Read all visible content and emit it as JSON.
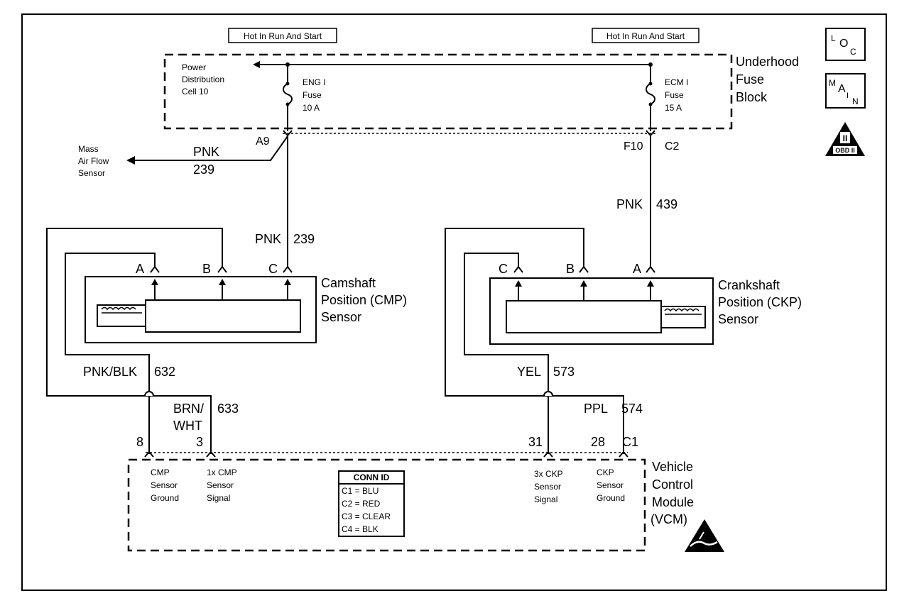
{
  "hot_labels": [
    "Hot In Run And Start",
    "Hot In Run And Start"
  ],
  "fuse_block": {
    "name": [
      "Underhood",
      "Fuse",
      "Block"
    ],
    "power_distribution": [
      "Power",
      "Distribution",
      "Cell 10"
    ],
    "fuse_left": [
      "ENG I",
      "Fuse",
      "10 A"
    ],
    "fuse_right": [
      "ECM I",
      "Fuse",
      "15 A"
    ],
    "pin_left": "A9",
    "pin_right": "F10",
    "conn_right": "C2"
  },
  "maf": {
    "label": [
      "Mass",
      "Air Flow",
      "Sensor"
    ],
    "wire_color": "PNK",
    "wire_num": "239"
  },
  "wires": {
    "cmp_feed_color": "PNK",
    "cmp_feed_num": "239",
    "ckp_feed_color": "PNK",
    "ckp_feed_num": "439",
    "cmp_ground_color": "PNK/BLK",
    "cmp_ground_num": "632",
    "cmp_signal_color_1": "BRN/",
    "cmp_signal_color_2": "WHT",
    "cmp_signal_num": "633",
    "ckp_signal_color": "YEL",
    "ckp_signal_num": "573",
    "ckp_ground_color": "PPL",
    "ckp_ground_num": "574"
  },
  "cmp_sensor": {
    "name": [
      "Camshaft",
      "Position (CMP)",
      "Sensor"
    ],
    "pins": [
      "A",
      "B",
      "C"
    ]
  },
  "ckp_sensor": {
    "name": [
      "Crankshaft",
      "Position (CKP)",
      "Sensor"
    ],
    "pins": [
      "C",
      "B",
      "A"
    ]
  },
  "vcm": {
    "name": [
      "Vehicle",
      "Control",
      "Module",
      "(VCM)"
    ],
    "pins": [
      "8",
      "3",
      "31",
      "28"
    ],
    "conn": "C1",
    "labels": [
      [
        "CMP",
        "Sensor",
        "Ground"
      ],
      [
        "1x CMP",
        "Sensor",
        "Signal"
      ],
      [
        "3x CKP",
        "Sensor",
        "Signal"
      ],
      [
        "CKP",
        "Sensor",
        "Ground"
      ]
    ],
    "conn_id_title": "CONN ID",
    "conn_id_rows": [
      "C1 = BLU",
      "C2 = RED",
      "C3 = CLEAR",
      "C4 = BLK"
    ]
  },
  "badges": {
    "loc": [
      "L",
      "O",
      "C"
    ],
    "main": [
      "M",
      "A",
      "I",
      "N"
    ],
    "obd_roman": "II",
    "obd": "OBD II"
  }
}
